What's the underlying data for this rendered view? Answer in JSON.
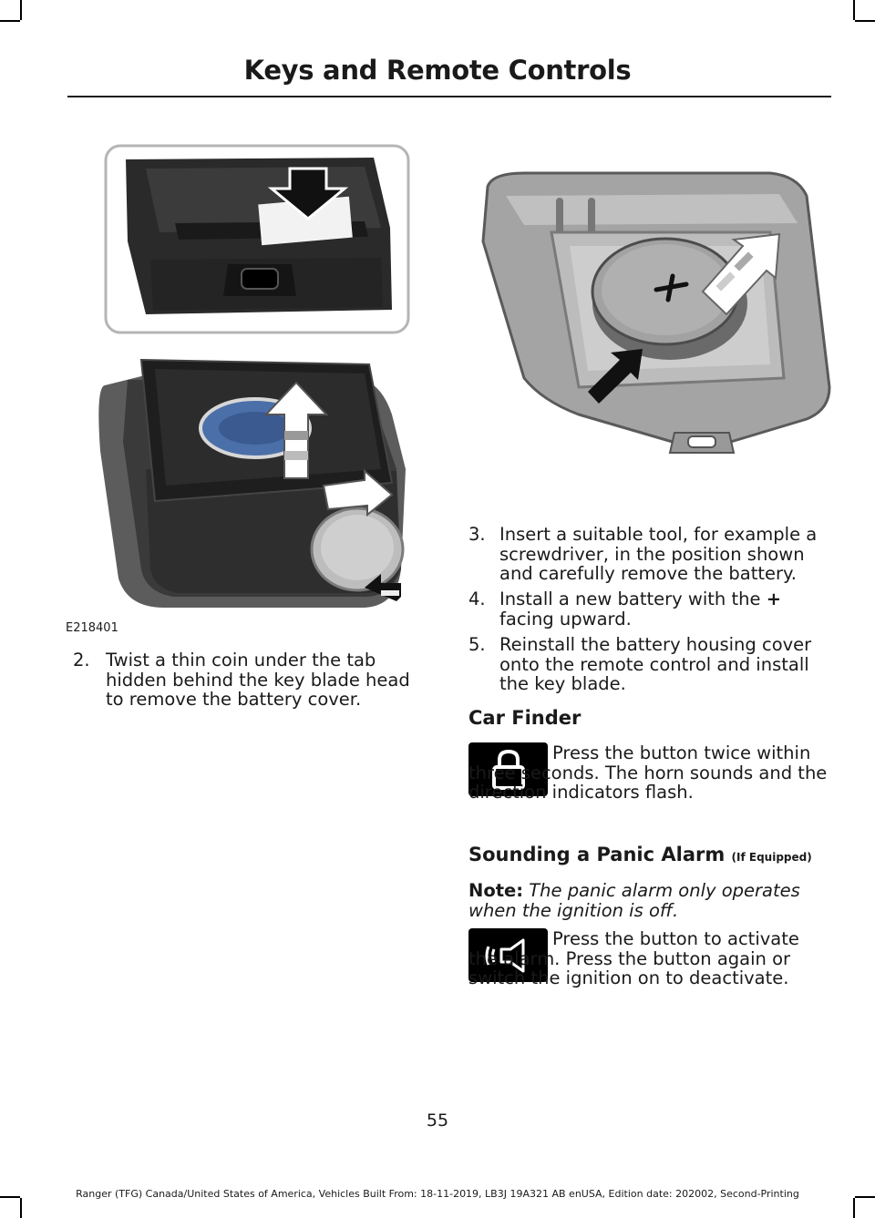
{
  "header": {
    "title": "Keys and Remote Controls"
  },
  "figure_left": {
    "id": "E218401"
  },
  "steps": [
    {
      "number": "2.",
      "text": "Twist a thin coin under the tab hidden behind the key blade head to remove the battery cover."
    },
    {
      "number": "3.",
      "text": "Insert a suitable tool, for example a screwdriver, in the position shown and carefully remove the battery."
    },
    {
      "number": "4.",
      "text_before": "Install a new battery with the ",
      "symbol": "+",
      "text_after": " facing upward."
    },
    {
      "number": "5.",
      "text": "Reinstall the battery housing cover onto the remote control and install the key blade."
    }
  ],
  "car_finder": {
    "heading": "Car Finder",
    "text": "Press the button twice within three seconds.  The horn sounds and the direction indicators flash.",
    "icon": "lock-icon"
  },
  "panic": {
    "heading": "Sounding a Panic Alarm",
    "heading_suffix": "(If Equipped)",
    "note_label": "Note:",
    "note_text": "The panic alarm only operates when the ignition is off.",
    "text": "Press the button to activate the alarm.  Press the button again or switch the ignition on to deactivate.",
    "icon": "horn-icon"
  },
  "page_number": "55",
  "footer": "Ranger (TFG) Canada/United States of America, Vehicles Built From: 18-11-2019, LB3J 19A321 AB enUSA, Edition date: 202002, Second-Printing"
}
